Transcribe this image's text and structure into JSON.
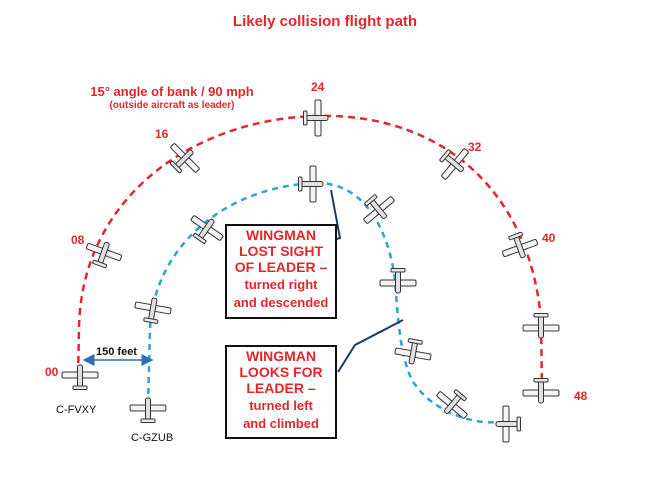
{
  "title": "Likely collision flight path",
  "subtitle": "15° angle of bank / 90 mph",
  "subtitle_note": "(outside aircraft as leader)",
  "outer_path_labels": [
    "00",
    "08",
    "16",
    "24",
    "32",
    "40",
    "48"
  ],
  "aircraft": {
    "leader_callsign": "C-FVXY",
    "wingman_callsign": "C-GZUB"
  },
  "separation_label": "150 feet",
  "callout_lost": {
    "line1": "WINGMAN",
    "line2": "LOST SIGHT",
    "line3": "OF LEADER –",
    "line4": "turned right",
    "line5": "and descended"
  },
  "callout_looks": {
    "line1": "WINGMAN",
    "line2": "LOOKS FOR",
    "line3": "LEADER –",
    "line4": "turned left",
    "line5": "and climbed"
  },
  "colors": {
    "outer_path": "#e3262b",
    "inner_path": "#2ba3d9",
    "text_accent": "#e3262b",
    "arrow": "#2a6fb5"
  }
}
